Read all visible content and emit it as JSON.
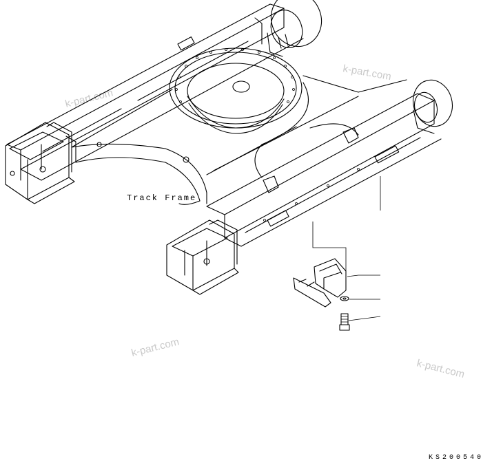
{
  "diagram": {
    "label": "Track Frame",
    "drawing_code": "KS200540"
  },
  "watermarks": [
    "k-part.com",
    "k-part.com",
    "k-part.com",
    "k-part.com"
  ],
  "colors": {
    "line": "#000000",
    "watermark": "#c9c9c9",
    "background": "#ffffff"
  }
}
